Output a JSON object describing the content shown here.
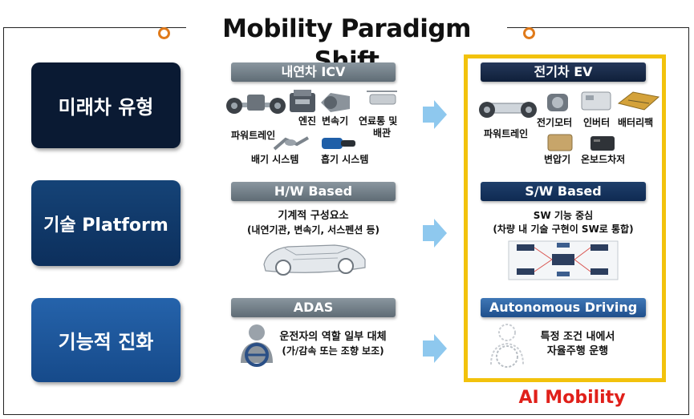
{
  "title": "Mobility Paradigm Shift",
  "rows": [
    {
      "label": "미래차 유형",
      "color": "#0a1a33"
    },
    {
      "label": "기술 Platform",
      "color": "#0f3566"
    },
    {
      "label": "기능적 진화",
      "color": "#1a4f94"
    }
  ],
  "left": {
    "icv": {
      "header": "내연차 ICV",
      "labels": [
        "엔진",
        "변속기",
        "연료통 및",
        "배관",
        "파워트레인",
        "배기 시스템",
        "흡기 시스템"
      ]
    },
    "hw": {
      "header": "H/W Based",
      "line1": "기계적 구성요소",
      "line2": "(내연기관, 변속기, 서스펜션 등)"
    },
    "adas": {
      "header": "ADAS",
      "line1": "운전자의 역할 일부 대체",
      "line2": "(가/감속 또는 조향 보조)"
    }
  },
  "right": {
    "ev": {
      "header": "전기차 EV",
      "labels": [
        "파워트레인",
        "전기모터",
        "인버터",
        "배터리팩",
        "변압기",
        "온보드차저"
      ]
    },
    "sw": {
      "header": "S/W Based",
      "line1": "SW 기능 중심",
      "line2": "(차량 내 기술 구현이 SW로 통합)"
    },
    "ad": {
      "header": "Autonomous  Driving",
      "line1": "특정 조건 내에서",
      "line2": "자율주행 운행"
    }
  },
  "footer": "AI Mobility",
  "colors": {
    "accent_orange": "#e07a1a",
    "gold": "#f2c20c",
    "ai_red": "#e0201a",
    "arrow": "#8ec8ee"
  }
}
